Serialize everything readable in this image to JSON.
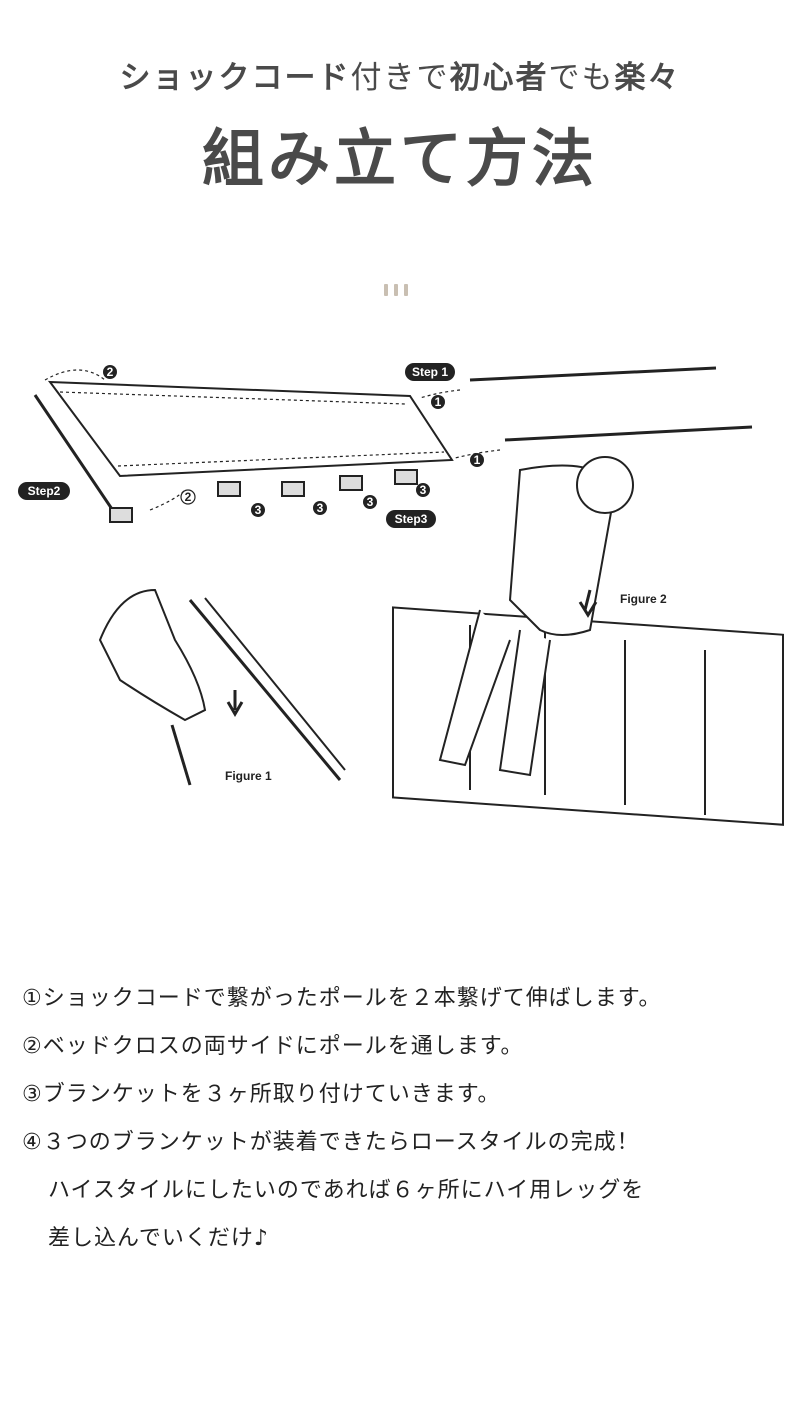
{
  "header": {
    "subtitle_parts": [
      {
        "text": "ショックコード",
        "bold": true
      },
      {
        "text": "付きで",
        "bold": false
      },
      {
        "text": "初心者",
        "bold": true
      },
      {
        "text": "でも",
        "bold": false
      },
      {
        "text": "楽々",
        "bold": true
      }
    ],
    "title": "組み立て方法"
  },
  "figure": {
    "step1": "Step 1",
    "step2": "Step2",
    "step3": "Step3",
    "figure1": "Figure 1",
    "figure2": "Figure 2",
    "num1": "1",
    "num2": "2",
    "num3": "3"
  },
  "steps": [
    "①ショックコードで繋がったポールを２本繋げて伸ばします。",
    "②ベッドクロスの両サイドにポールを通します。",
    "③ブランケットを３ヶ所取り付けていきます。",
    "④３つのブランケットが装着できたらロースタイルの完成！",
    "ハイスタイルにしたいのであれば６ヶ所にハイ用レッグを",
    "差し込んでいくだけ♪"
  ],
  "colors": {
    "text": "#4a4a4a",
    "accent_dots": "#c9bfb2"
  }
}
